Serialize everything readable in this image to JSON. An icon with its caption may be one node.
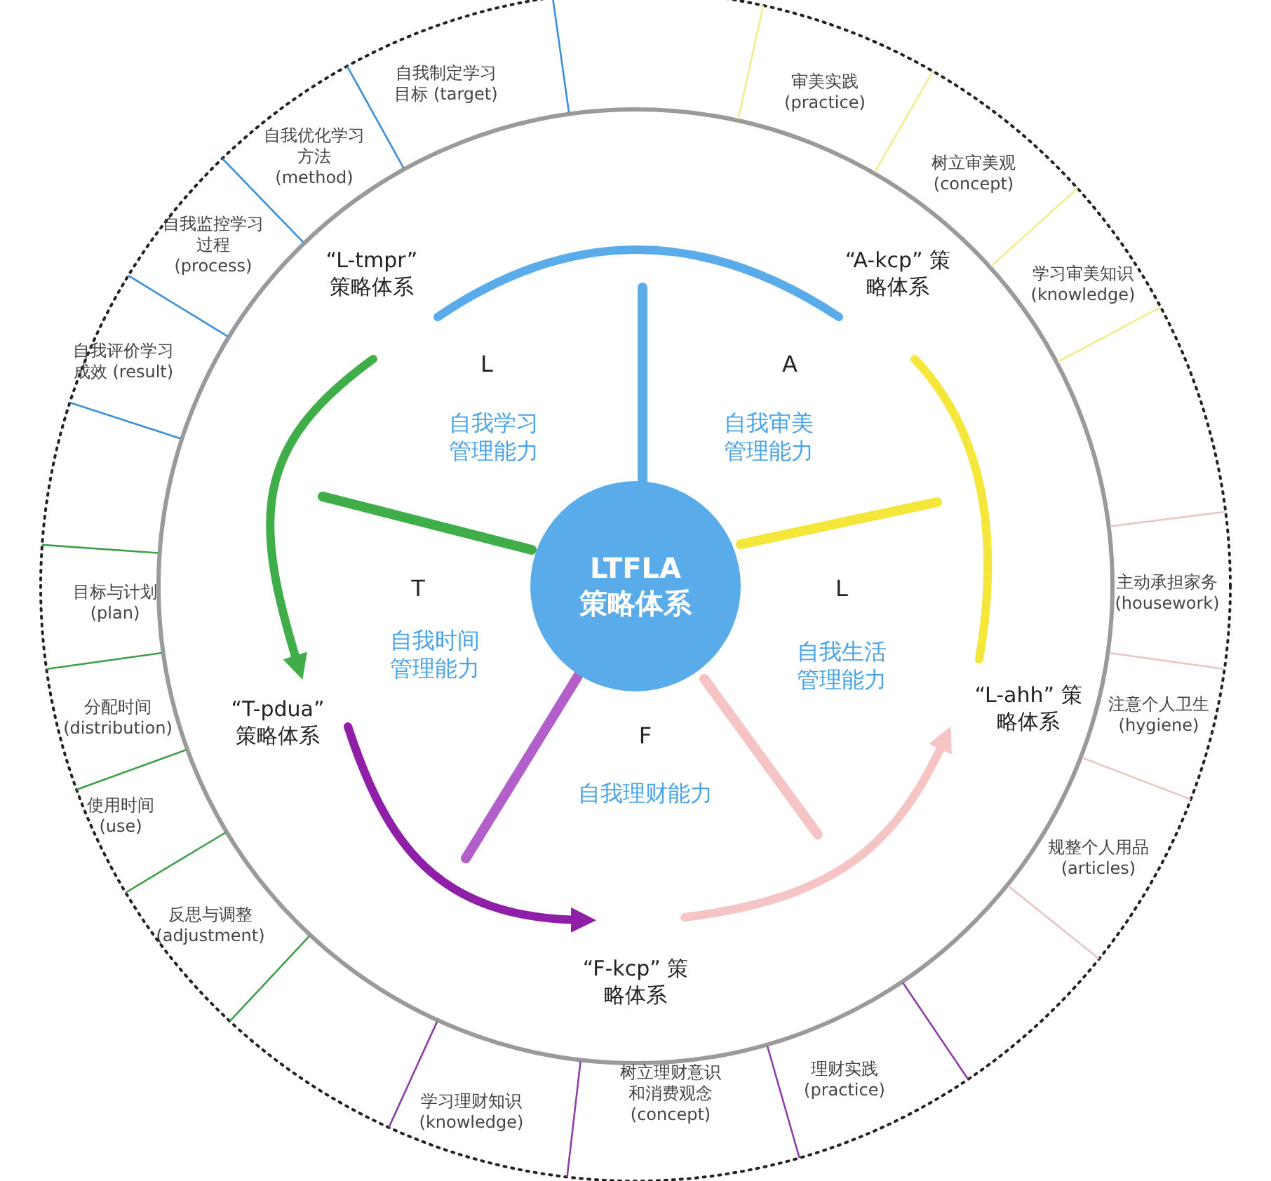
{
  "diagram": {
    "nodes": [
      {
        "text": [
          "“L-tmpr” 策略体系"
        ]
      },
      {
        "text": [
          "“A-kcp” 策略体系"
        ]
      },
      {
        "text": [
          "LTFLA 策略体系"
        ]
      },
      {
        "text": [
          "“L-ahh” 策略体系"
        ]
      },
      {
        "text": [
          "“T-pdua” 策略体系"
        ]
      },
      {
        "text": [
          "“F-kcp” 策略体系"
        ]
      }
    ],
    "edges": [
      {
        "from": 0,
        "to": 1,
        "arrow": "none",
        "color": "#5aabea"
      },
      {
        "from": 1,
        "to": 3,
        "arrow": "none",
        "color": "#f5e63a"
      },
      {
        "from": 0,
        "to": 4,
        "arrow": "to",
        "color": "#3fae49"
      },
      {
        "from": 4,
        "to": 5,
        "arrow": "to",
        "color": "#8e1fa6"
      },
      {
        "from": 5,
        "to": 3,
        "arrow": "to",
        "color": "#f7c4c6"
      }
    ],
    "labels": [
      "自我制定学习目标 (target)",
      "审美实践 (practice)",
      "自我优化学习方法 (method)",
      "树立审美观 (concept)",
      "自我监控学习过程 (process)",
      "学习审美知识 (knowledge)",
      "自我评价学习成效 (result)",
      "L",
      "A",
      "自我学习管理能力",
      "自我审美管理能力",
      "T",
      "L",
      "目标与计划 (plan)",
      "主动承担家务 (housework)",
      "自我时间管理能力",
      "自我生活管理能力",
      "分配时间 (distribution)",
      "注意个人卫生 (hygiene)",
      "F",
      "自我理财能力",
      "使用时间 (use)",
      "规整个人用品 (articles)",
      "反思与调整 (adjustment)",
      "树立理财意识和消费观念 (concept)",
      "理财实践 (practice)",
      "学习理财知识 (knowledge)"
    ]
  }
}
